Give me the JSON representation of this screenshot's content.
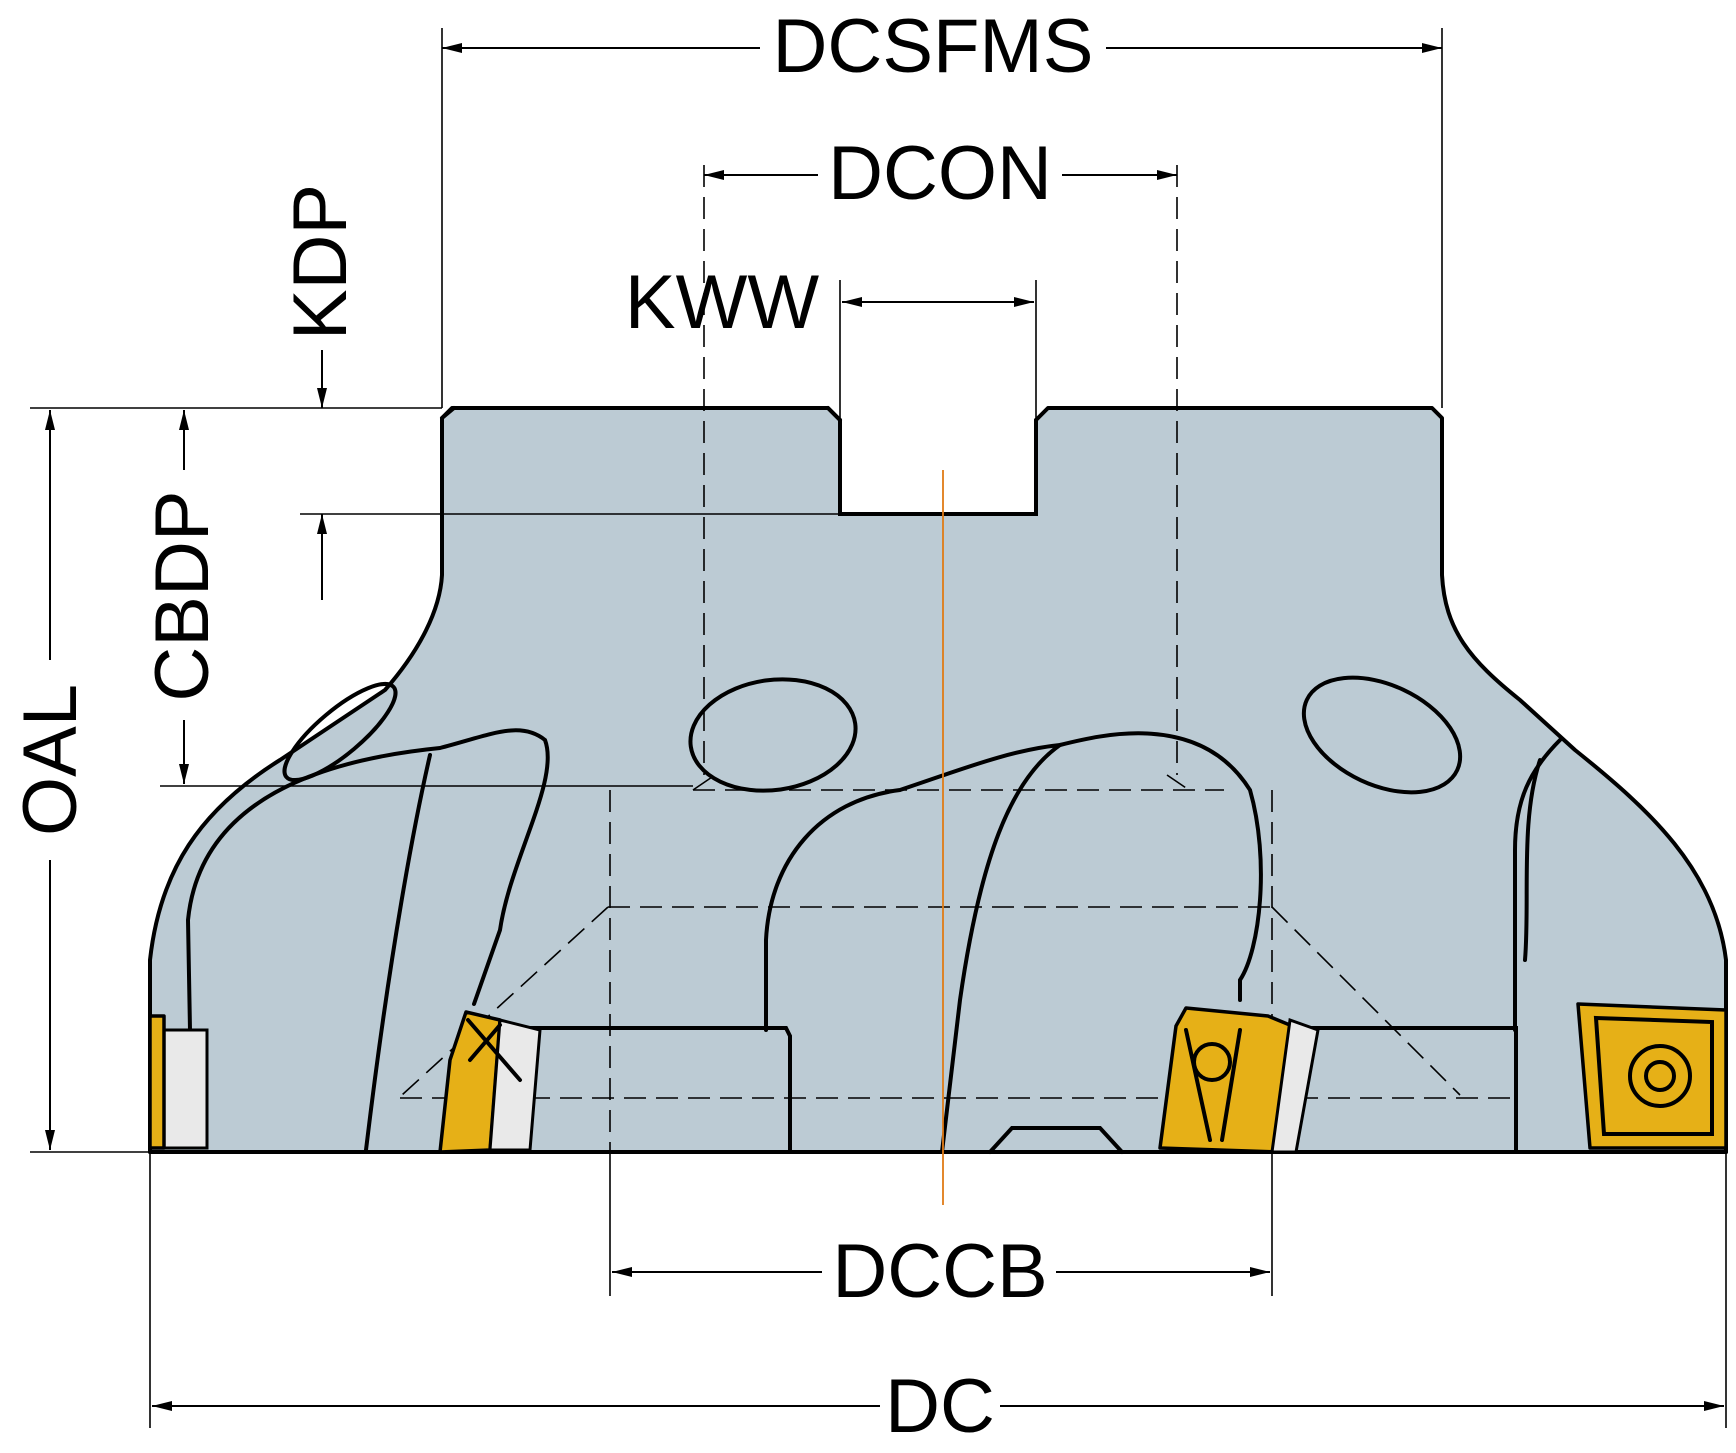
{
  "labels": {
    "dcsfms": "DCSFMS",
    "dcon": "DCON",
    "kww": "KWW",
    "kdp": "KDP",
    "cbdp": "CBDP",
    "oal": "OAL",
    "dccb": "DCCB",
    "dc": "DC"
  },
  "colors": {
    "body": "#bccbd4",
    "insert": "#e6b017",
    "center_line": "#e07b16",
    "line": "#000000"
  }
}
